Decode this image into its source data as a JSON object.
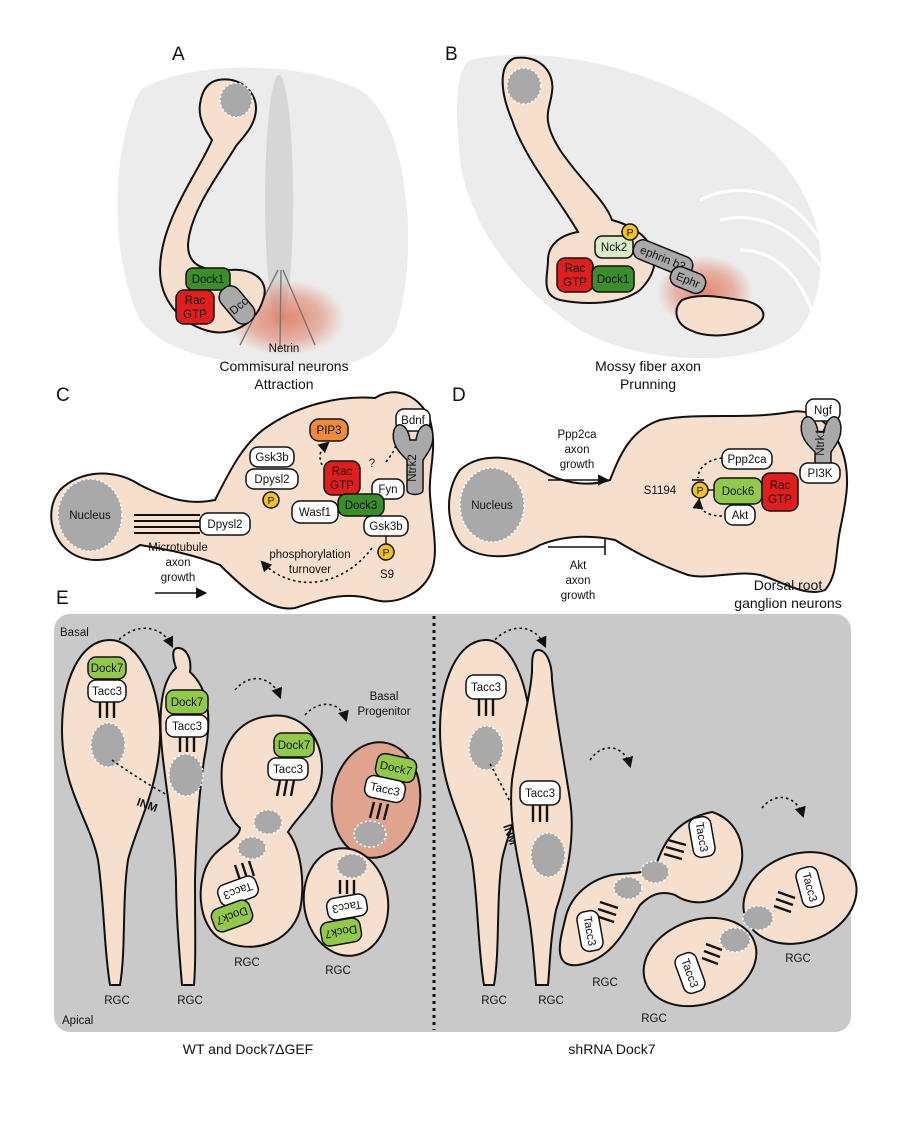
{
  "panels": {
    "A": {
      "letter": "A",
      "proteins": {
        "dock1": "Dock1",
        "rac_gtp": [
          "Rac",
          "GTP"
        ],
        "dcc": "Dcc"
      },
      "cue": "Netrin",
      "caption": [
        "Commisural neurons",
        "Attraction"
      ]
    },
    "B": {
      "letter": "B",
      "proteins": {
        "nck2": "Nck2",
        "rac_gtp": [
          "Rac",
          "GTP"
        ],
        "dock1": "Dock1",
        "ephrin": "ephrin b3",
        "ephr": "Ephr",
        "p": "P"
      },
      "caption": [
        "Mossy fiber axon",
        "Prunning"
      ]
    },
    "C": {
      "letter": "C",
      "nucleus": "Nucleus",
      "microtubule": "Microtubule",
      "axon_growth": [
        "axon",
        "growth"
      ],
      "proteins": {
        "pip3": "PIP3",
        "gsk3b_top": "Gsk3b",
        "dpysl2_top": "Dpysl2",
        "p_top": "P",
        "rac_gtp": [
          "Rac",
          "GTP"
        ],
        "question": "?",
        "bdnf": "Bdnf",
        "ntrk2": "Ntrk2",
        "fyn": "Fyn",
        "wasf1": "Wasf1",
        "dock3": "Dock3",
        "dpysl2_bottom": "Dpysl2",
        "gsk3b_bottom": "Gsk3b",
        "p_bottom": "P",
        "s9": "S9"
      },
      "note": [
        "phosphorylation",
        "turnover"
      ]
    },
    "D": {
      "letter": "D",
      "nucleus": "Nucleus",
      "ppp2ca_label": [
        "Ppp2ca",
        "axon",
        "growth"
      ],
      "akt_label": [
        "Akt",
        "axon",
        "growth"
      ],
      "proteins": {
        "ngf": "Ngf",
        "ntrk1": "Ntrk1",
        "ppp2ca": "Ppp2ca",
        "pi3k": "PI3K",
        "s1194": "S1194",
        "p": "P",
        "dock6": "Dock6",
        "rac_gtp": [
          "Rac",
          "GTP"
        ],
        "akt": "Akt"
      },
      "caption": [
        "Dorsal root",
        "ganglion neurons"
      ]
    },
    "E": {
      "letter": "E",
      "basal": "Basal",
      "apical": "Apical",
      "basal_progenitor": [
        "Basal",
        "Progenitor"
      ],
      "inm": "INM",
      "dock7": "Dock7",
      "tacc3": "Tacc3",
      "rgc": "RGC",
      "left_caption": "WT and Dock7ΔGEF",
      "right_caption": "shRNA Dock7"
    }
  },
  "colors": {
    "cell_fill": "#f6dfcd",
    "rac_gtp_red": "#e01e1e",
    "dock_dark_green": "#3a8f2a",
    "dock_light_green": "#93c94a",
    "pip3_orange": "#f08a3a",
    "receptor_grey": "#a9a9a9",
    "phospho_yellow": "#f3c316",
    "panel_e_background": "#c9c9c9",
    "cue_gradient": "#e0826a"
  }
}
